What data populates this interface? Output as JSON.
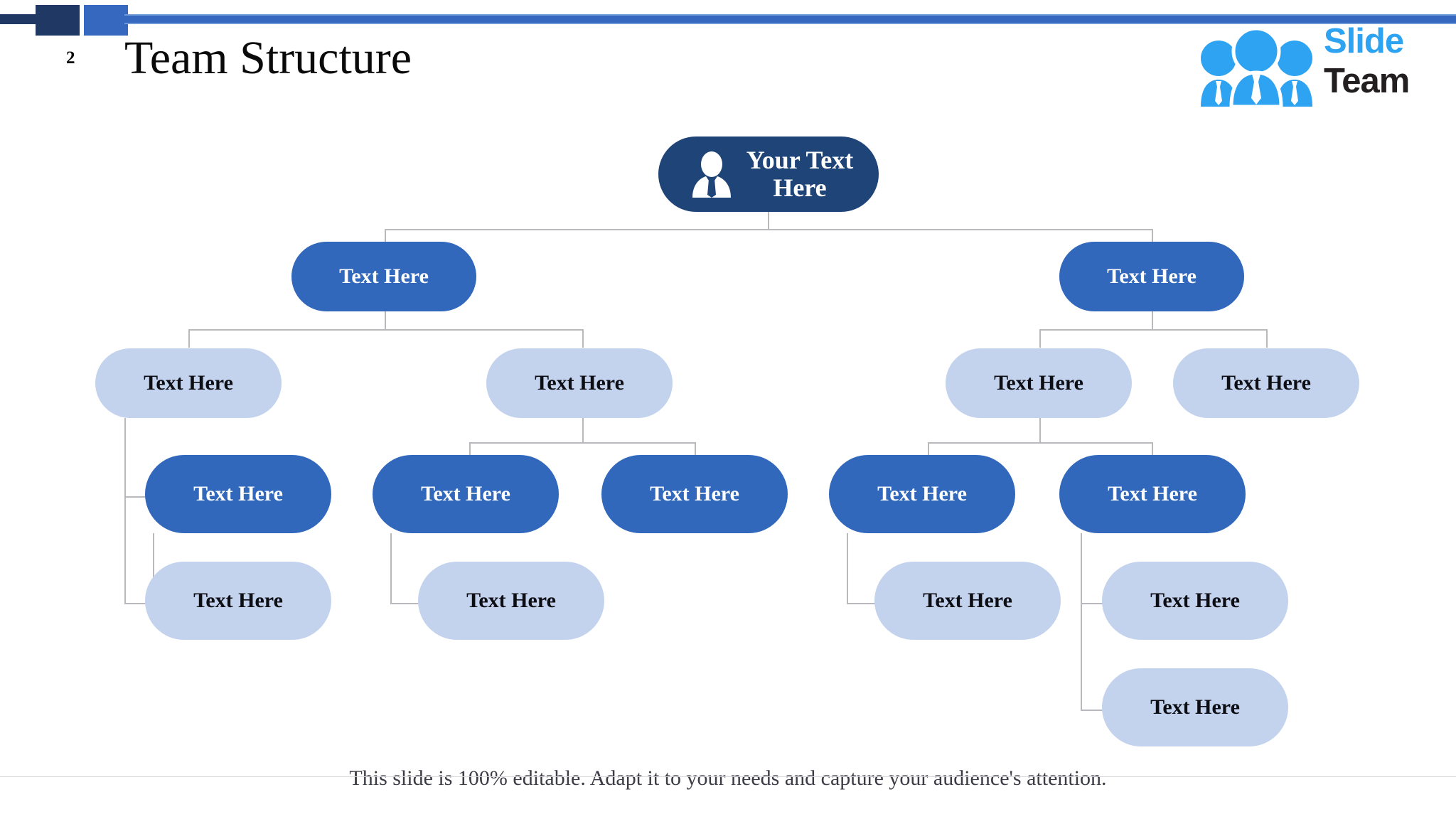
{
  "header": {
    "page_number": "2",
    "title": "Team Structure",
    "accent_dark": "#1F3864",
    "accent_blue": "#3568BE"
  },
  "logo": {
    "name": "slideteam-logo",
    "word_one": "Slide",
    "word_two": "Team",
    "color_one": "#2EA3F2",
    "color_two": "#231F20",
    "people_icon": "three-people-icon"
  },
  "colors": {
    "root_node": "#1F4477",
    "mid_node": "#3168BC",
    "light_node": "#C3D3EE",
    "connector": "#b9b9bd",
    "background": "#ffffff"
  },
  "footer": {
    "note": "This slide is 100% editable. Adapt it to your needs and capture your audience's attention."
  },
  "chart_data": {
    "type": "org-chart",
    "title": "Team Structure",
    "root": {
      "id": "root",
      "label": "Your Text Here",
      "style": "root",
      "icon": "person-silhouette-icon"
    },
    "nodes": [
      {
        "id": "n1",
        "label": "Text Here",
        "style": "mid",
        "level": 2,
        "parent": "root"
      },
      {
        "id": "n2",
        "label": "Text Here",
        "style": "mid",
        "level": 2,
        "parent": "root"
      },
      {
        "id": "n3",
        "label": "Text Here",
        "style": "light",
        "level": 3,
        "parent": "n1"
      },
      {
        "id": "n4",
        "label": "Text Here",
        "style": "light",
        "level": 3,
        "parent": "n1"
      },
      {
        "id": "n5",
        "label": "Text Here",
        "style": "light",
        "level": 3,
        "parent": "n2"
      },
      {
        "id": "n6",
        "label": "Text Here",
        "style": "light",
        "level": 3,
        "parent": "n2"
      },
      {
        "id": "n7",
        "label": "Text Here",
        "style": "mid",
        "level": 4,
        "parent": "n3"
      },
      {
        "id": "n8",
        "label": "Text Here",
        "style": "mid",
        "level": 4,
        "parent": "n4"
      },
      {
        "id": "n9",
        "label": "Text Here",
        "style": "mid",
        "level": 4,
        "parent": "n4"
      },
      {
        "id": "n10",
        "label": "Text Here",
        "style": "mid",
        "level": 4,
        "parent": "n5"
      },
      {
        "id": "n11",
        "label": "Text Here",
        "style": "mid",
        "level": 4,
        "parent": "n5"
      },
      {
        "id": "n12",
        "label": "Text Here",
        "style": "light",
        "level": 5,
        "parent": "n7"
      },
      {
        "id": "n13",
        "label": "Text Here",
        "style": "light",
        "level": 5,
        "parent": "n8"
      },
      {
        "id": "n14",
        "label": "Text Here",
        "style": "light",
        "level": 5,
        "parent": "n10"
      },
      {
        "id": "n15",
        "label": "Text Here",
        "style": "light",
        "level": 5,
        "parent": "n11"
      },
      {
        "id": "n16",
        "label": "Text Here",
        "style": "light",
        "level": 6,
        "parent": "n11"
      }
    ]
  }
}
